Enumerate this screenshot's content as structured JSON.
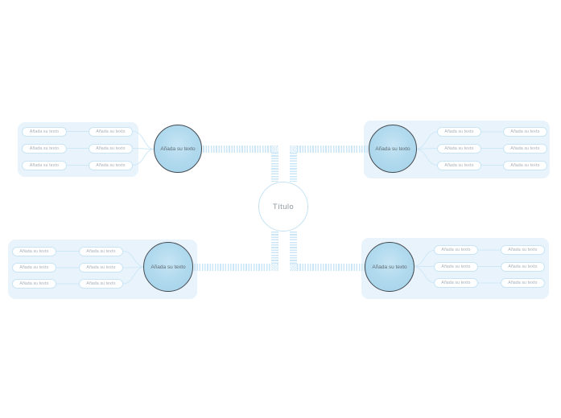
{
  "palette": {
    "canvas_bg": "#ffffff",
    "panel_bg": "#e9f3fb",
    "pill_border": "#c9e5f5",
    "pill_text": "#a3adb5",
    "topic_fill": "#a7d4ea",
    "topic_border": "#454a51",
    "topic_text": "#5f6b74",
    "center_border": "#c5e2f5",
    "center_text": "#8e979e",
    "connector_line": "#cfe8f7",
    "ribbon_stripe": "#cbe6f6"
  },
  "diagram": {
    "central": {
      "label": "Título"
    },
    "branches": [
      {
        "position": "top-left",
        "label": "Añada su texto",
        "children": [
          {
            "label": "Añada su texto",
            "sub": [
              {
                "label": "Añada su texto"
              }
            ]
          },
          {
            "label": "Añada su texto",
            "sub": [
              {
                "label": "Añada su texto"
              }
            ]
          },
          {
            "label": "Añada su texto",
            "sub": [
              {
                "label": "Añada su texto"
              }
            ]
          }
        ]
      },
      {
        "position": "top-right",
        "label": "Añada su texto",
        "children": [
          {
            "label": "Añada su texto",
            "sub": [
              {
                "label": "Añada su texto"
              }
            ]
          },
          {
            "label": "Añada su texto",
            "sub": [
              {
                "label": "Añada su texto"
              }
            ]
          },
          {
            "label": "Añada su texto",
            "sub": [
              {
                "label": "Añada su texto"
              }
            ]
          }
        ]
      },
      {
        "position": "bottom-left",
        "label": "Añada su texto",
        "children": [
          {
            "label": "Añada su texto",
            "sub": [
              {
                "label": "Añada su texto"
              }
            ]
          },
          {
            "label": "Añada su texto",
            "sub": [
              {
                "label": "Añada su texto"
              }
            ]
          },
          {
            "label": "Añada su texto",
            "sub": [
              {
                "label": "Añada su texto"
              }
            ]
          }
        ]
      },
      {
        "position": "bottom-right",
        "label": "Añada su texto",
        "children": [
          {
            "label": "Añada su texto",
            "sub": [
              {
                "label": "Añada su texto"
              }
            ]
          },
          {
            "label": "Añada su texto",
            "sub": [
              {
                "label": "Añada su texto"
              }
            ]
          },
          {
            "label": "Añada su texto",
            "sub": [
              {
                "label": "Añada su texto"
              }
            ]
          }
        ]
      }
    ]
  }
}
